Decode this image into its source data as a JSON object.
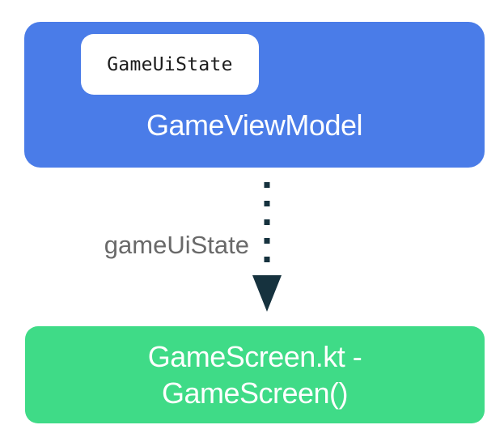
{
  "background_color": "#FFFFFF",
  "diagram": {
    "viewmodel_box": {
      "label": "GameViewModel",
      "fill_color": "#4A7CE8",
      "text_color": "#FFFFFF",
      "chip": {
        "label": "GameUiState",
        "fill_color": "#FFFFFF",
        "text_color": "#1C1C1C"
      }
    },
    "arrow": {
      "label": "gameUiState",
      "label_color": "#696969",
      "color": "#16323E",
      "style": "dashed",
      "direction": "down"
    },
    "screen_box": {
      "label_line1": "GameScreen.kt -",
      "label_line2": "GameScreen()",
      "fill_color": "#3FDB87",
      "text_color": "#FFFFFF"
    }
  }
}
